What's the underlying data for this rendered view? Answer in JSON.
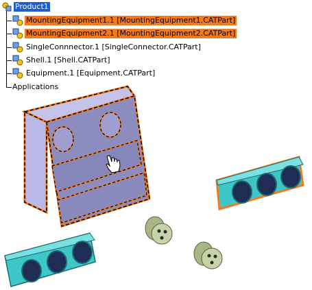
{
  "tree": {
    "root": {
      "label": "Product1",
      "icon": "product-icon"
    },
    "items": [
      {
        "label": "MountingEquipment1.1 [MountingEquipment1.CATPart]",
        "icon": "part-icon",
        "selected": true
      },
      {
        "label": "MountingEquipment2.1 [MountingEquipment2.CATPart]",
        "icon": "part-icon",
        "selected": true
      },
      {
        "label": "SingleConnnector.1 [SingleConnector.CATPart]",
        "icon": "part-icon",
        "selected": false
      },
      {
        "label": "Shell.1 [Shell.CATPart]",
        "icon": "part-icon",
        "selected": false
      },
      {
        "label": "Equipment.1 [Equipment.CATPart]",
        "icon": "part-icon",
        "selected": false
      }
    ],
    "applications": {
      "label": "Applications"
    }
  },
  "colors": {
    "selection": "#f27a1e",
    "root_highlight": "#1f5fc8",
    "shell_face": "#9a9bc8",
    "equipment_face": "#3fc6c9",
    "connector_face": "#c8d2a8"
  }
}
